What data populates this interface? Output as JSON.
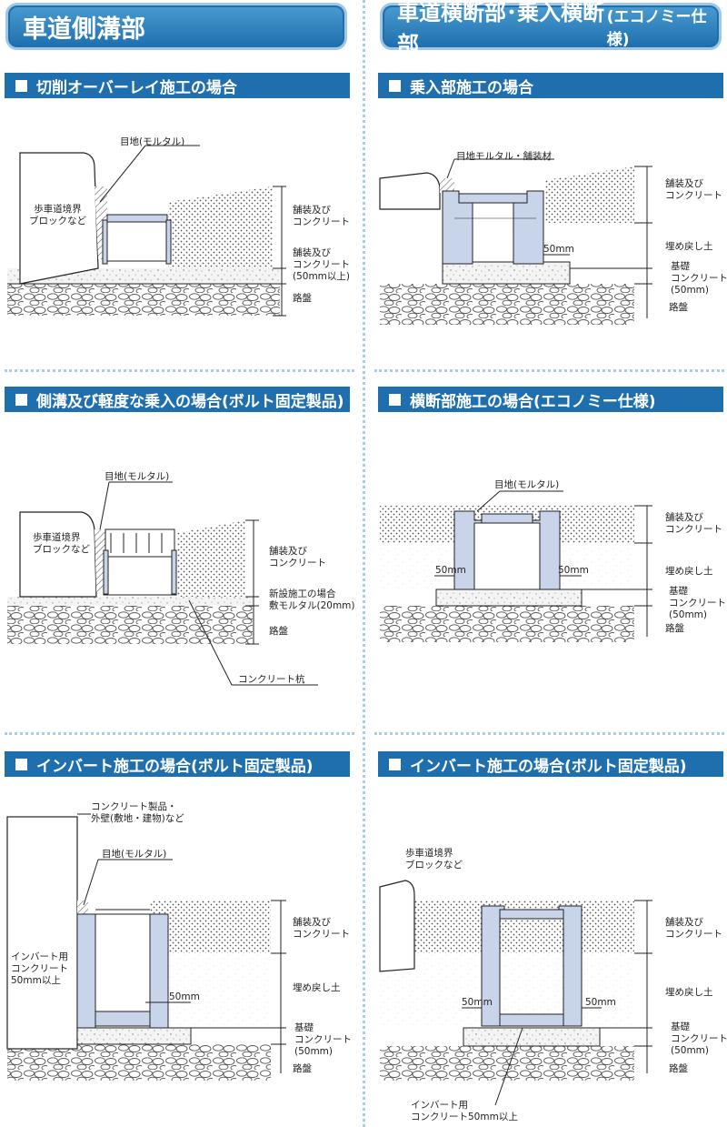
{
  "headers": {
    "left": "車道側溝部",
    "right_main": "車道横断部･乗入横断部",
    "right_sub": "(エコノミー仕様)"
  },
  "sections": {
    "s1": "切削オーバーレイ施工の場合",
    "s2": "乗入部施工の場合",
    "s3": "側溝及び軽度な乗入の場合(ボルト固定製品)",
    "s4": "横断部施工の場合(エコノミー仕様)",
    "s5": "インバート施工の場合(ボルト固定製品)",
    "s6": "インバート施工の場合(ボルト固定製品)"
  },
  "labels": {
    "joint_mortar": "目地(モルタル)",
    "joint_mortar_paving": "目地モルタル・舗装材",
    "curb_block_1": "歩車道境界",
    "curb_block_2": "ブロックなど",
    "paving_1": "舗装及び",
    "paving_2": "コンクリート",
    "paving2_1": "舗装及び",
    "paving2_2": "コンクリート",
    "paving2_3": "(50mm以上)",
    "roadbed": "路盤",
    "backfill": "埋め戻し土",
    "base_1": "基礎",
    "base_2": "コンクリート",
    "base_3": "(50mm)",
    "dim_50": "50mm",
    "new_const_1": "新設施工の場合",
    "new_const_2": "敷モルタル(20mm)",
    "conc_pile": "コンクリート杭",
    "wall_1": "コンクリート製品・",
    "wall_2": "外壁(敷地・建物)など",
    "invert_1": "インバート用",
    "invert_2": "コンクリート",
    "invert_3": "50mm以上",
    "invert_b": "コンクリート50mm以上"
  },
  "colors": {
    "accent": "#1f6fae",
    "header_light": "#4a9bd0",
    "divider": "#a9cde8",
    "gutter": "#c8d4ea"
  }
}
